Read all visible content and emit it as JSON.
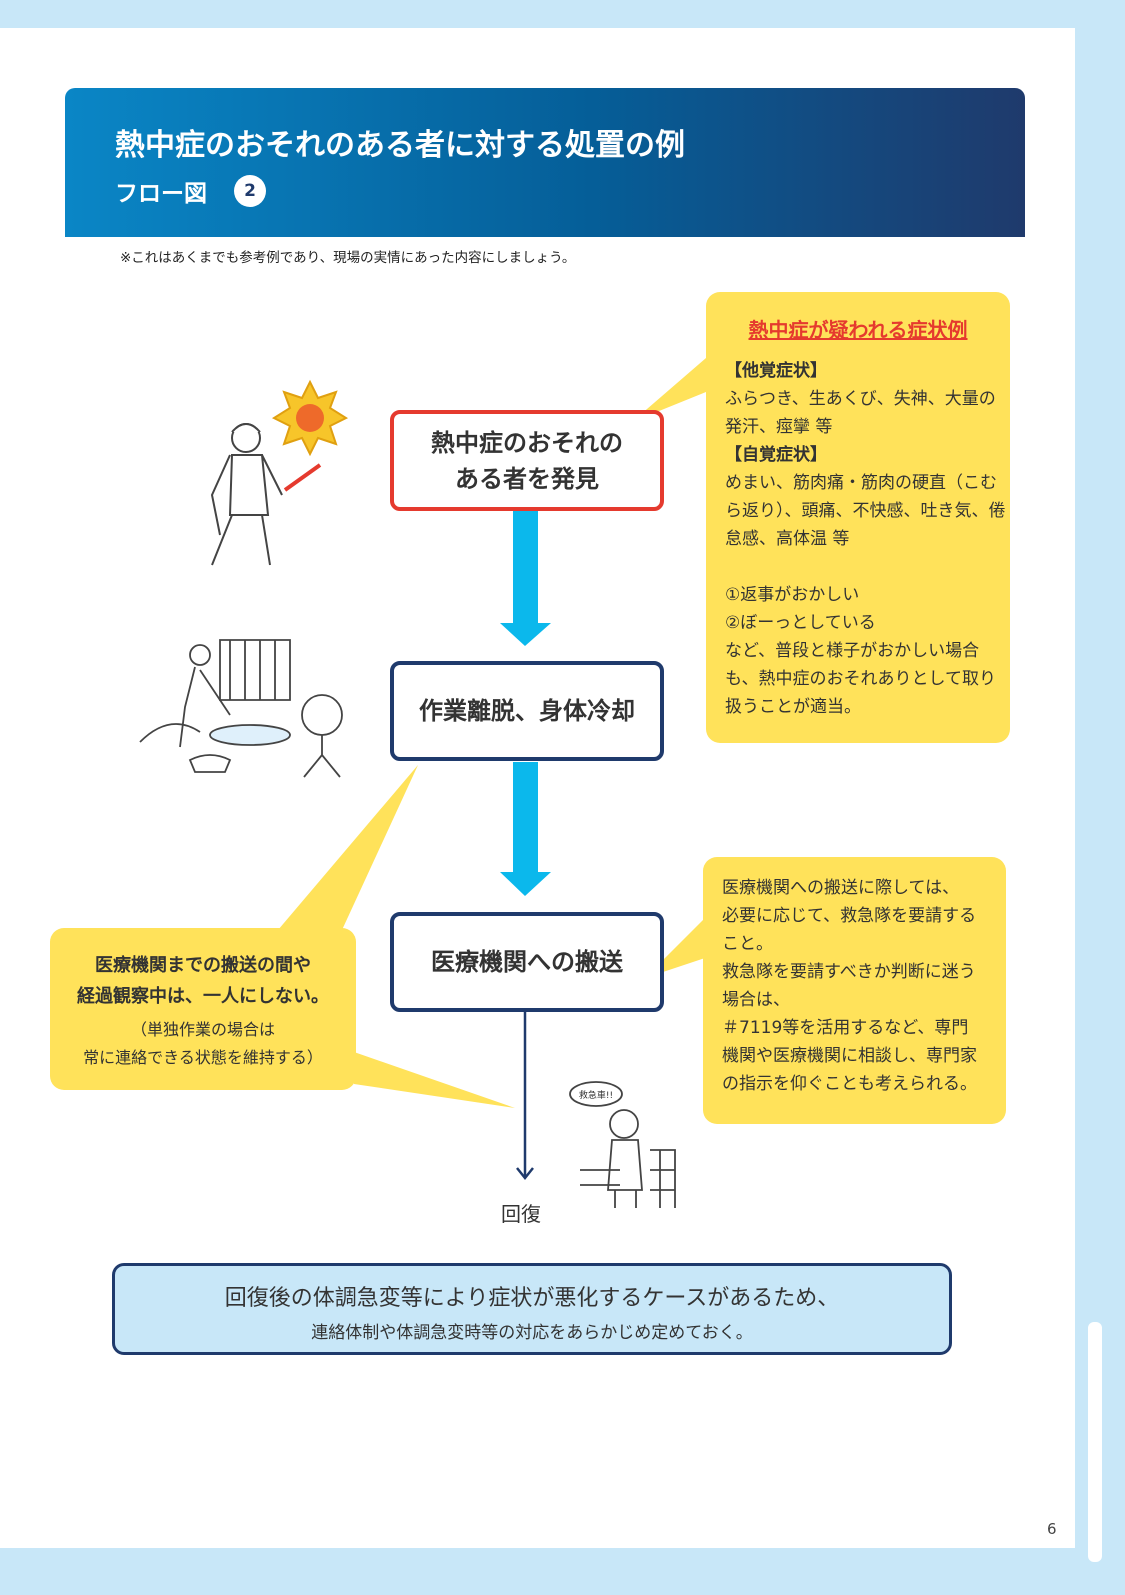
{
  "header": {
    "title": "熱中症のおそれのある者に対する処置の例",
    "subtitle": "フロー図",
    "number": "2"
  },
  "note": "※これはあくまでも参考例であり、現場の実情にあった内容にしましょう。",
  "symptoms": {
    "title": "熱中症が疑われる症状例",
    "lines": [
      "【他覚症状】",
      "ふらつき、生あくび、失神、大量の",
      "発汗、痙攣 等",
      "【自覚症状】",
      "めまい、筋肉痛・筋肉の硬直（こむ",
      "ら返り）、頭痛、不快感、吐き気、倦",
      "怠感、高体温 等",
      "",
      "①返事がおかしい",
      "②ぼーっとしている",
      "など、普段と様子がおかしい場合",
      "も、熱中症のおそれありとして取り",
      "扱うことが適当。"
    ]
  },
  "flow": {
    "step1": [
      "熱中症のおそれの",
      "ある者を発見"
    ],
    "step2": "作業離脱、身体冷却",
    "step3": "医療機関への搬送",
    "recovery": "回復"
  },
  "left_note": {
    "bold": [
      "医療機関までの搬送の間や",
      "経過観察中は、一人にしない。"
    ],
    "normal": [
      "（単独作業の場合は",
      "常に連絡できる状態を維持する）"
    ]
  },
  "right_note": {
    "lines": [
      "医療機関への搬送に際しては、",
      "必要に応じて、救急隊を要請する",
      "こと。",
      "救急隊を要請すべきか判断に迷う",
      "場合は、",
      "＃7119等を活用するなど、専門",
      "機関や医療機関に相談し、専門家",
      "の指示を仰ぐことも考えられる。"
    ]
  },
  "illustration_text": "救急車!!",
  "bottom": {
    "line1": "回復後の体調急変等により症状が悪化するケースがあるため、",
    "line2": "連絡体制や体調急変時等の対応をあらかじめ定めておく。"
  },
  "page_number": "6",
  "colors": {
    "accent_blue": "#1f3a6c",
    "arrow": "#0bb8ec",
    "yellow": "#ffe25a",
    "red": "#e53a2e"
  }
}
